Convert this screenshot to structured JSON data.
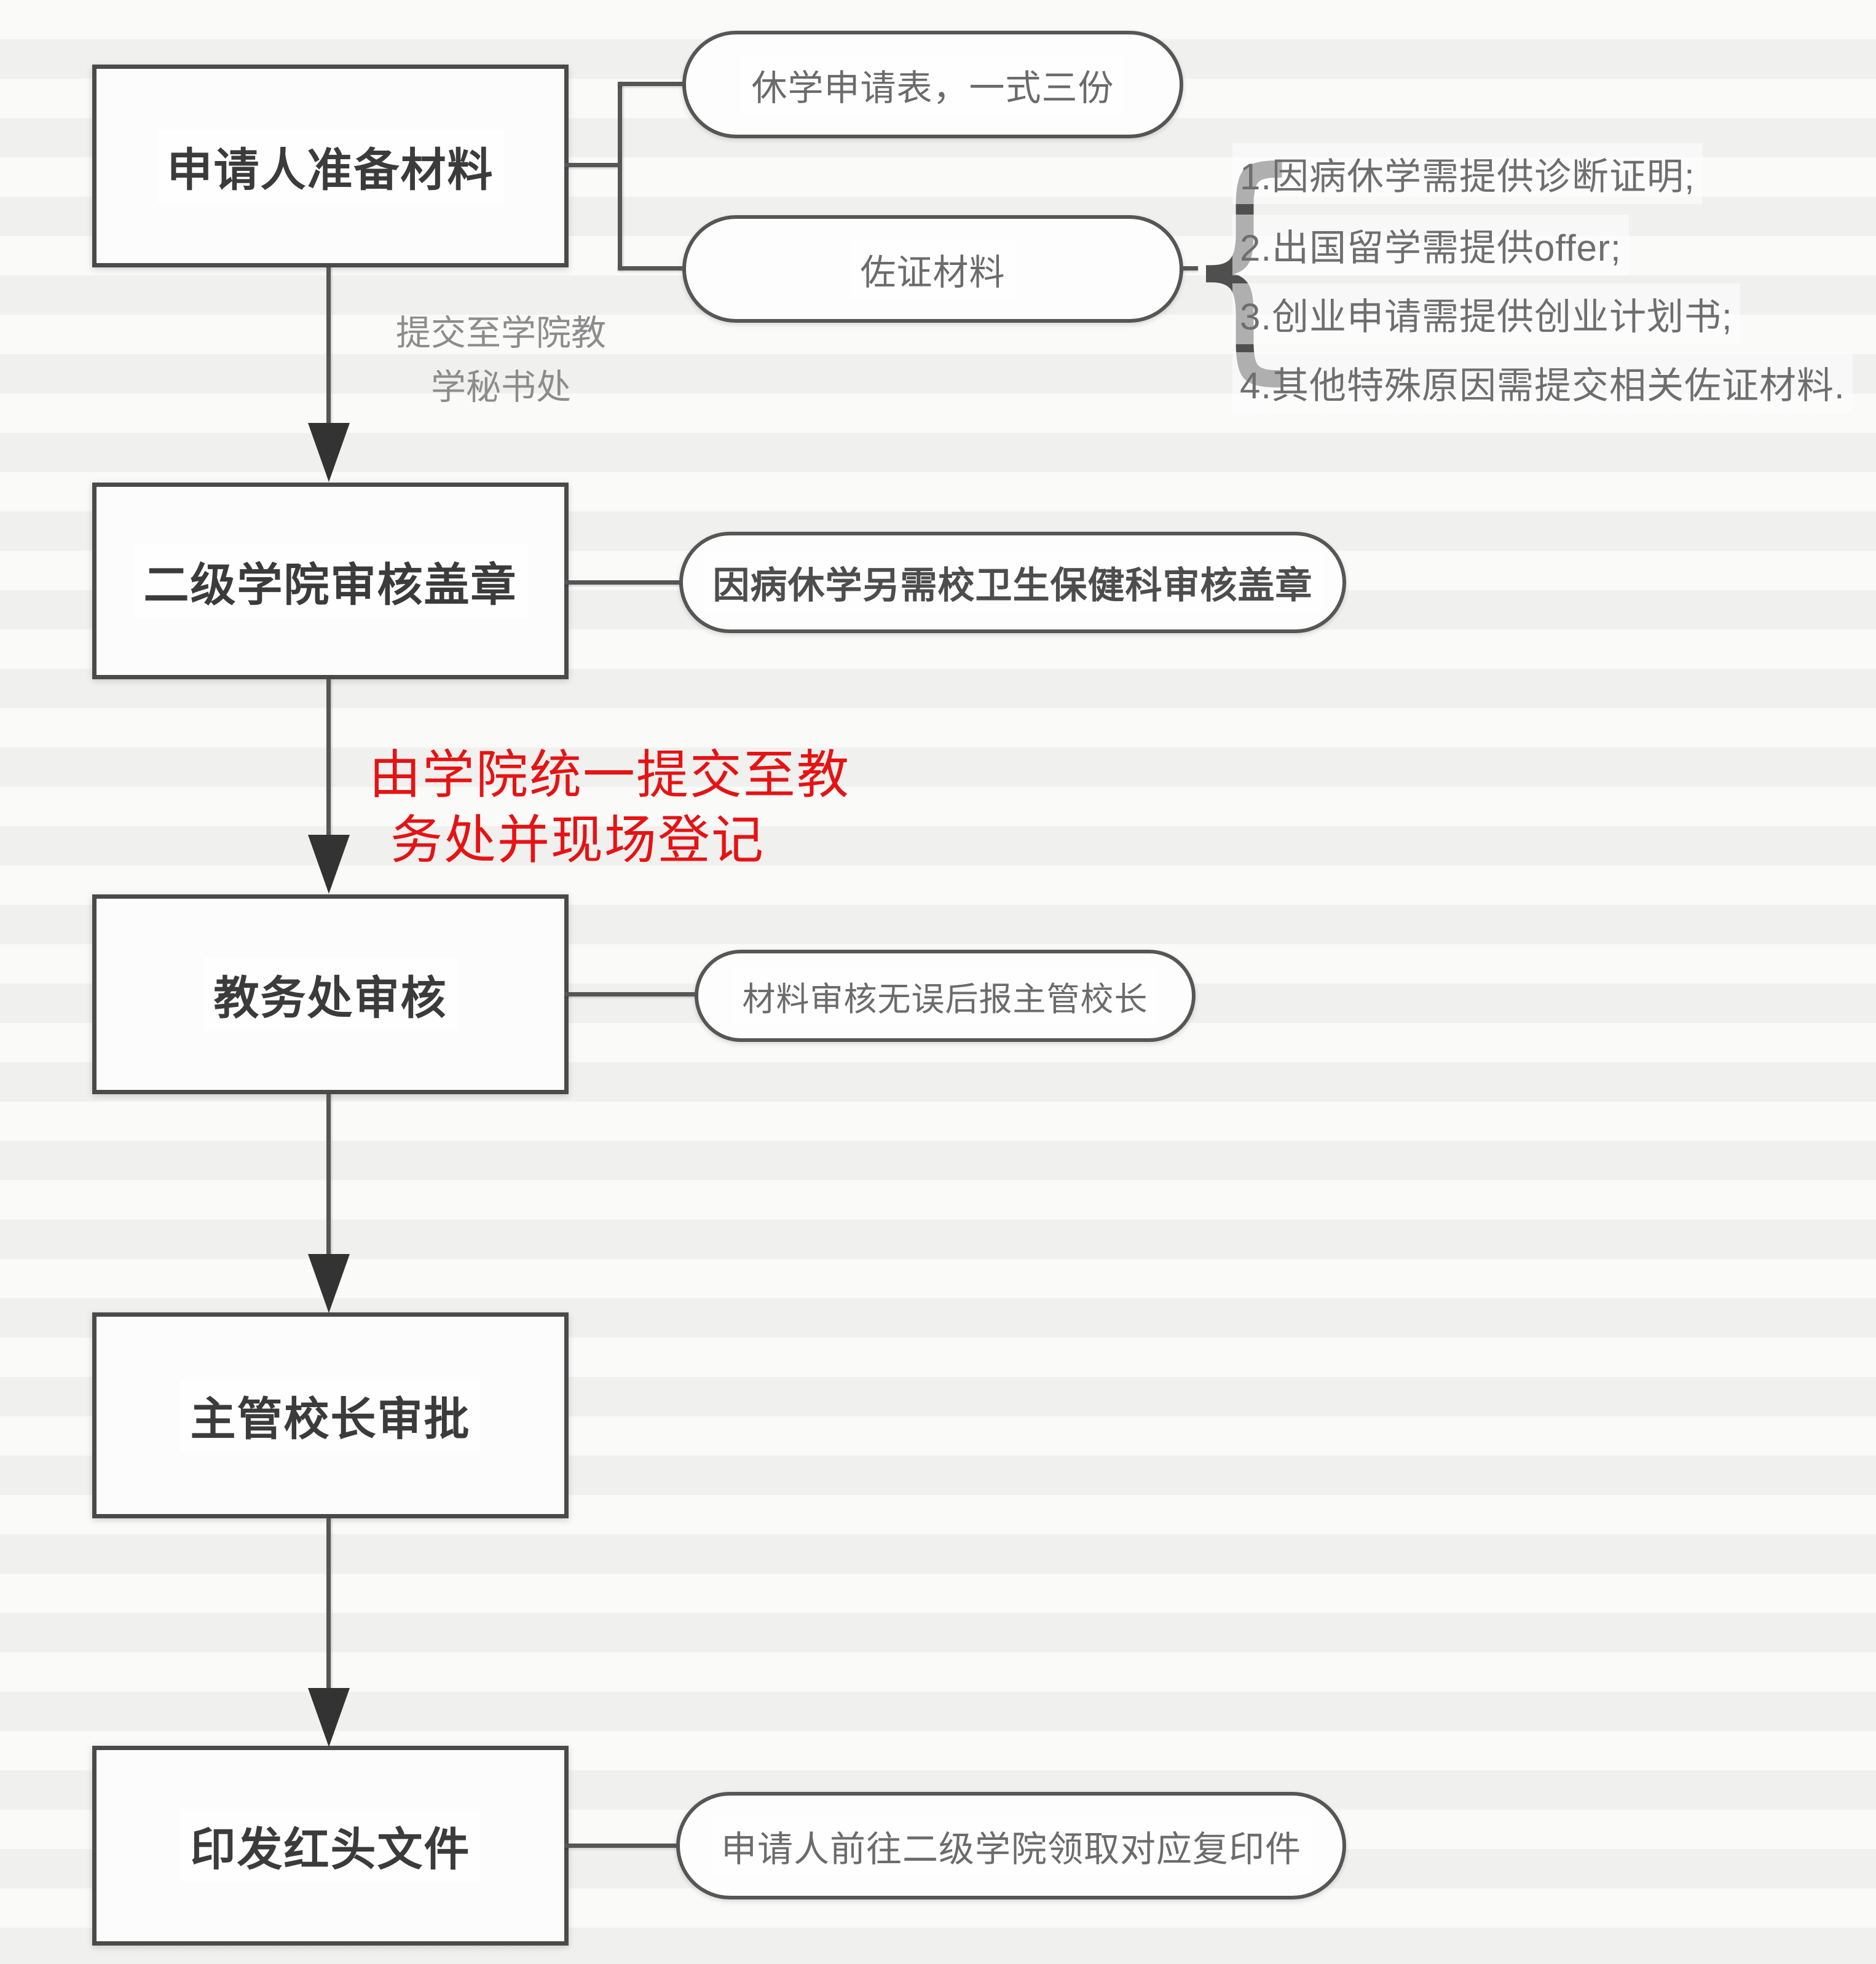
{
  "diagram_type": "flowchart",
  "steps": [
    "申请人准备材料",
    "二级学院审核盖章",
    "教务处审核",
    "主管校长审批",
    "印发红头文件"
  ],
  "pills": {
    "application_form": "休学申请表，一式三份",
    "evidence": "佐证材料",
    "health_stamp": "因病休学另需校卫生保健科审核盖章",
    "report_to_president": "材料审核无误后报主管校长",
    "pickup_copies": "申请人前往二级学院领取对应复印件"
  },
  "evidence_notes": [
    "1.因病休学需提供诊断证明;",
    "2.出国留学需提供offer;",
    "3.创业申请需提供创业计划书;",
    "4.其他特殊原因需提交相关佐证材料."
  ],
  "edge_labels": {
    "submit_to_secretary": [
      "提交至学院教",
      "学秘书处"
    ],
    "college_submit_registrar": [
      "由学院统一提交至教",
      "务处并现场登记"
    ]
  },
  "glyphs": {
    "brace": "{"
  },
  "colors": {
    "box_border": "#4a4a4a",
    "box_text": "#3b3b3b",
    "pill_border": "#565656",
    "pill_text": "#6b6b6b",
    "pill_text_strong": "#4d4d4d",
    "line": "#565656",
    "arrow_head": "#333333",
    "note_text": "#6e6e6e",
    "gray_label": "#8c8c8c",
    "red_label": "#e51313",
    "background": "#f5f5f4"
  }
}
